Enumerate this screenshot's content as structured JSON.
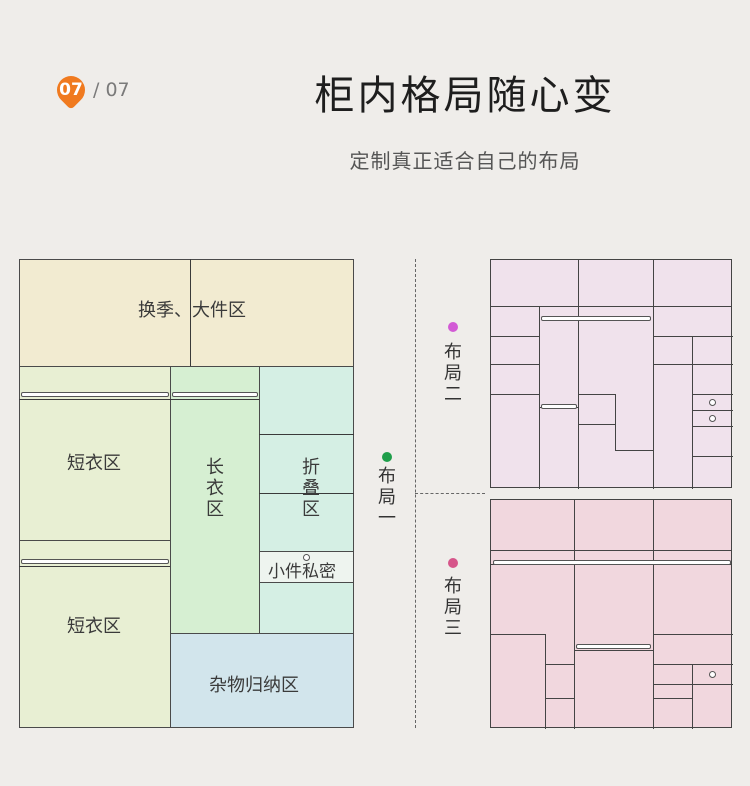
{
  "header": {
    "page_current": "07",
    "page_total": "/ 07",
    "title": "柜内格局随心变",
    "subtitle": "定制真正适合自己的布局"
  },
  "colors": {
    "accent": "#f07a1f",
    "zone_seasonal": "#f2ebd1",
    "zone_short": "#e8efd3",
    "zone_long": "#d6efd2",
    "zone_fold": "#d5efe4",
    "zone_misc": "#d2e5ec",
    "layout2_fill": "#f0e2ec",
    "layout3_fill": "#f1d7de",
    "dot_layout1": "#1e9e4a",
    "dot_layout2": "#d25ad5",
    "dot_layout3": "#d6558a"
  },
  "layout1": {
    "label": "布局一",
    "zones": {
      "seasonal": "换季、大件区",
      "short_top": "短衣区",
      "short_bottom": "短衣区",
      "long": "长衣区",
      "fold": "折叠区",
      "small_private": "小件私密",
      "misc": "杂物归纳区"
    }
  },
  "layout2": {
    "label": "布局二"
  },
  "layout3": {
    "label": "布局三"
  }
}
